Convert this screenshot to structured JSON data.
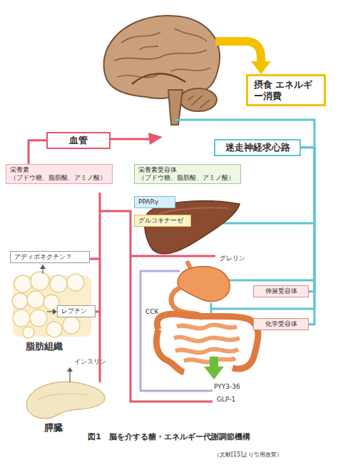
{
  "diagram": {
    "caption": "図1　脳を介する糖・エネルギー代謝調節機構",
    "nodes": [
      {
        "text": [
          "摂食 エネルギー消費"
        ]
      },
      {
        "text": [
          "血管"
        ]
      },
      {
        "text": [
          "迷走神経求心路"
        ]
      },
      {
        "text": [
          "栄養素",
          "（ブドウ糖、脂肪酸、アミノ酸）"
        ]
      },
      {
        "text": [
          "栄養素受容体",
          "（ブドウ糖、脂肪酸、アミノ酸）"
        ]
      },
      {
        "text": [
          "PPARγ"
        ]
      },
      {
        "text": [
          "グルコキナーゼ"
        ]
      },
      {
        "text": [
          "アディポネクチン？"
        ]
      },
      {
        "text": [
          "レプチン"
        ]
      },
      {
        "text": [
          "伸展受容体"
        ]
      },
      {
        "text": [
          "化学受容体"
        ]
      }
    ],
    "edges": [
      {
        "from": 3,
        "to": 1,
        "arrow": "none"
      },
      {
        "from": 9,
        "to": 2,
        "arrow": "none"
      },
      {
        "from": 10,
        "to": 2,
        "arrow": "none"
      }
    ],
    "labels": [
      "グレリン",
      "CCK",
      "PYY3-36",
      "GLP-1",
      "脂肪組織",
      "インスリン",
      "膵臓",
      "（文献[15]より引用改変）"
    ]
  }
}
